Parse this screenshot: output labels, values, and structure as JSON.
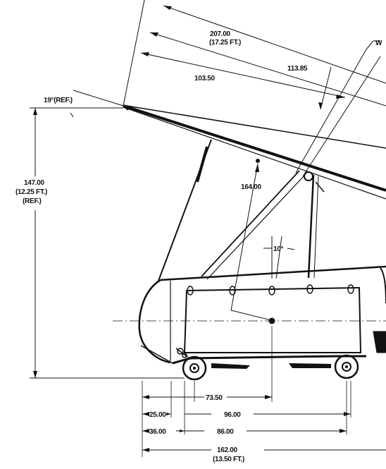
{
  "dimensions": {
    "d207": "207.00",
    "d207_ft": "(17.25 FT.)",
    "d113": "113.85",
    "d103": "103.50",
    "angle_top": "19°(REF.)",
    "h147": "147.00",
    "h147_ft": "(12.25 FT.)",
    "h147_ref": "(REF.)",
    "d164": "164.00",
    "angle_10": "10°",
    "d73": "73.50",
    "d25": "25.00",
    "d96": "96.00",
    "d36": "36.00",
    "d86": "86.00",
    "d162": "162.00",
    "d162_ft": "(13.50 FT.)",
    "partial_w": "W"
  },
  "colors": {
    "ink": "#111111",
    "paper": "#ffffff"
  }
}
